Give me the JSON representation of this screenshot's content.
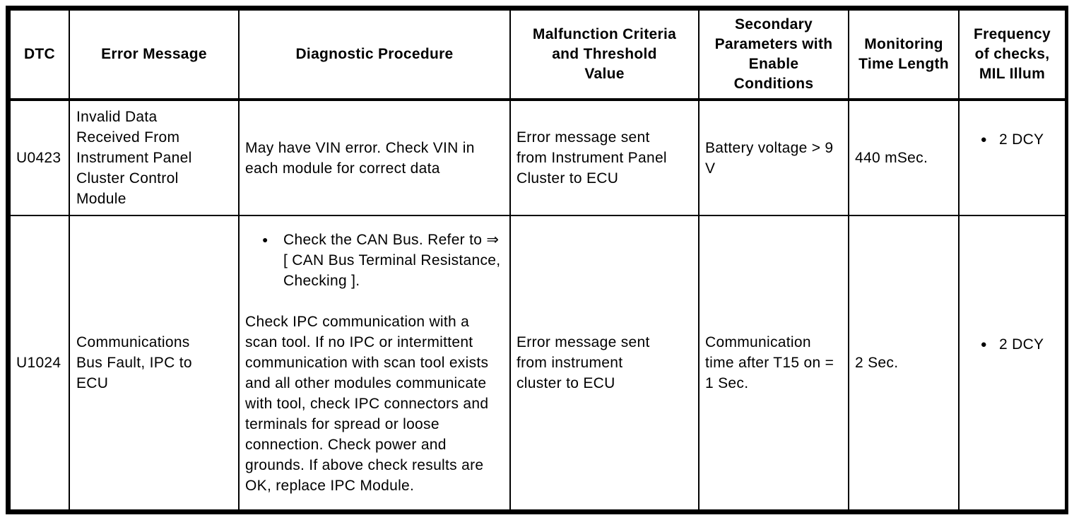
{
  "icons": {
    "bullet": "●"
  },
  "colors": {
    "border": "#000000",
    "background": "#ffffff",
    "text": "#000000"
  },
  "table": {
    "headers": [
      "DTC",
      "Error Message",
      "Diagnostic Procedure",
      "Malfunction Criteria and Threshold Value",
      "Secondary Parameters with Enable Conditions",
      "Monitoring Time Length",
      "Frequency of checks, MIL Illum"
    ],
    "rows": [
      {
        "dtc": "U0423",
        "error_message": "Invalid Data Received From Instrument Panel Cluster Control Module",
        "diagnostic_procedure": "May have VIN error. Check VIN in each module for correct data",
        "malfunction_criteria": "Error message sent from Instrument Panel Cluster to ECU",
        "secondary_parameters": "Battery voltage > 9 V",
        "monitoring_time": "440 mSec.",
        "frequency": "2 DCY"
      },
      {
        "dtc": "U1024",
        "error_message": "Communications Bus Fault, IPC to ECU",
        "diagnostic_bullet": "Check the CAN Bus. Refer to ⇒ [ CAN Bus Terminal Resistance, Checking ].",
        "diagnostic_procedure": "Check IPC communication with a scan tool. If no IPC or intermittent communication with scan tool exists and all other modules communicate with tool, check IPC connectors and terminals for spread or loose connection. Check power and grounds. If above check results are OK, replace IPC Module.",
        "malfunction_criteria": "Error message sent from instrument cluster to ECU",
        "secondary_parameters": "Communication time after T15 on = 1 Sec.",
        "monitoring_time": "2 Sec.",
        "frequency": "2 DCY"
      }
    ]
  }
}
